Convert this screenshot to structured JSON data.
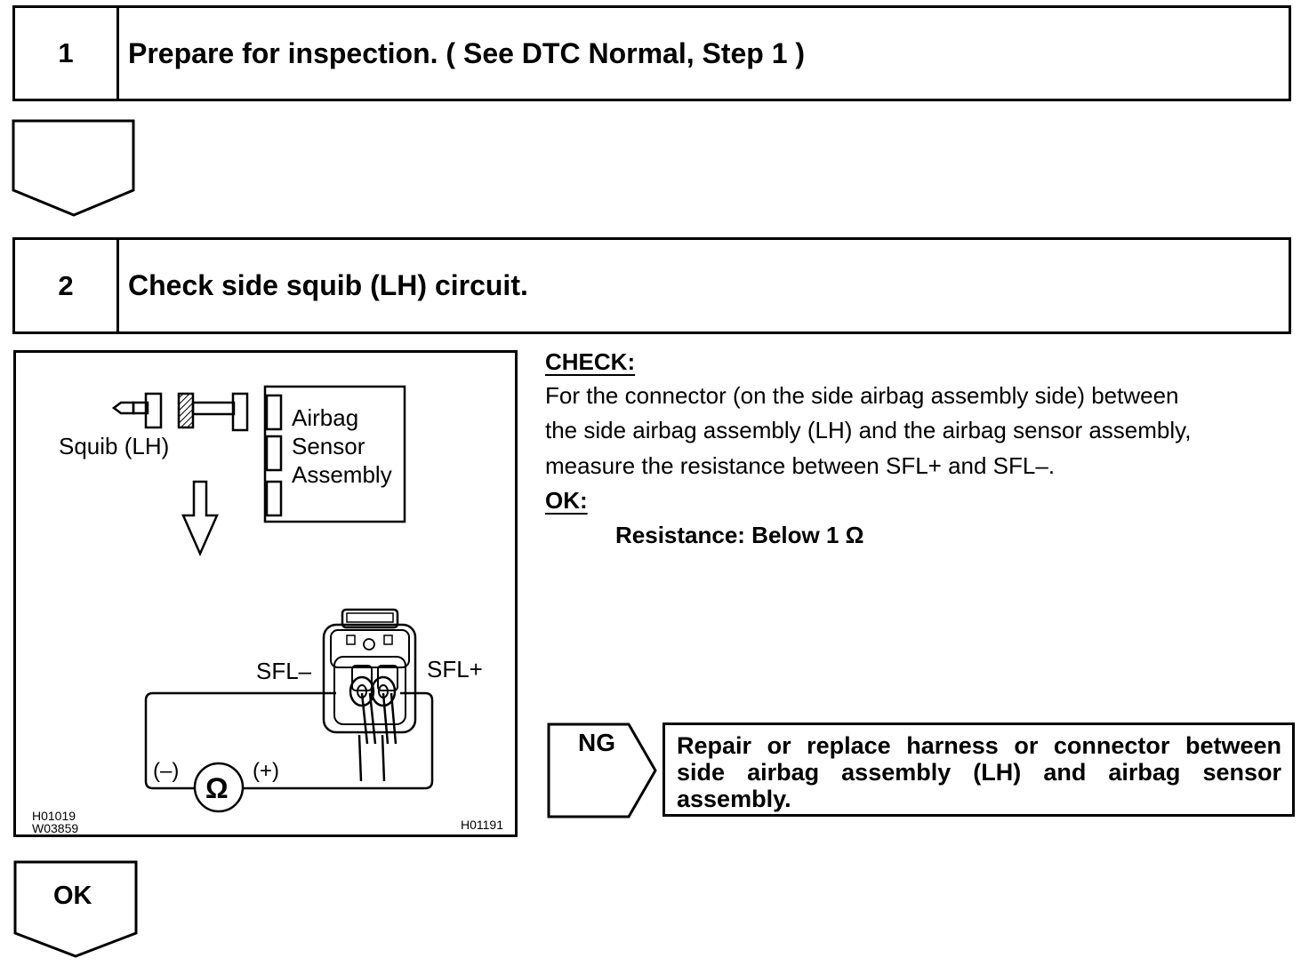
{
  "steps": [
    {
      "number": "1",
      "title": "Prepare for inspection. ( See DTC Normal, Step 1 )"
    },
    {
      "number": "2",
      "title": "Check side squib (LH) circuit."
    }
  ],
  "check": {
    "heading": "CHECK:",
    "lines": [
      "For the connector (on the side airbag assembly side) between",
      "the side airbag assembly (LH) and the airbag sensor assembly,",
      "measure the resistance between SFL+ and SFL–."
    ],
    "ok_heading": "OK:",
    "spec": "Resistance: Below 1 Ω"
  },
  "diagram": {
    "squib_label": "Squib (LH)",
    "sensor_label_lines": [
      "Airbag",
      "Sensor",
      "Assembly"
    ],
    "sfl_minus": "SFL–",
    "sfl_plus": "SFL+",
    "minus_sign": "(–)",
    "plus_sign": "(+)",
    "ohm_symbol": "Ω",
    "code_left_1": "H01019",
    "code_left_2": "W03859",
    "code_right": "H01191"
  },
  "ng": {
    "label": "NG",
    "text": "Repair or replace harness or connector between side airbag assembly (LH) and airbag sensor assembly."
  },
  "ok_arrow_label": "OK"
}
